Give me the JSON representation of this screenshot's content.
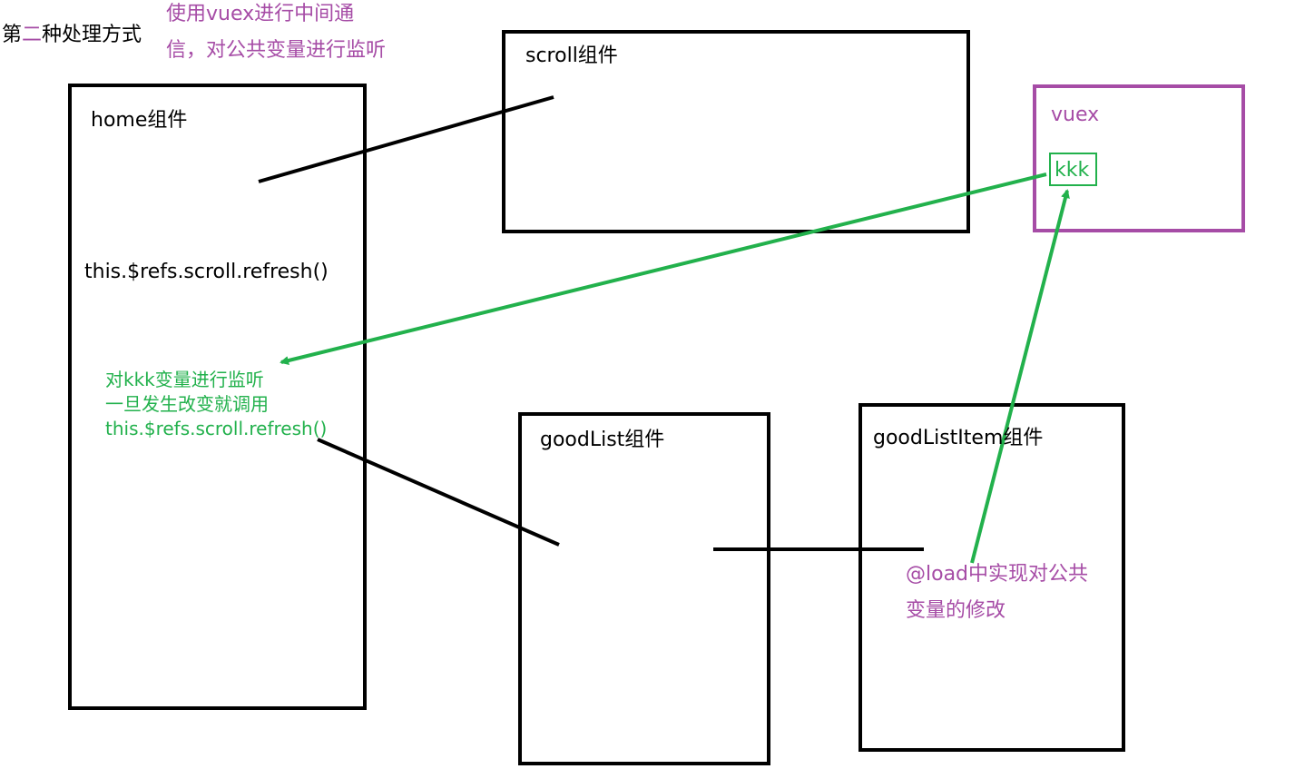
{
  "title": {
    "part1": "第",
    "highlight": "二",
    "part2": "种处理方式"
  },
  "note": {
    "line1": "使用vuex进行中间通",
    "line2": "信，对公共变量进行监听"
  },
  "home": {
    "label": "home组件",
    "code": "this.$refs.scroll.refresh()"
  },
  "scroll": {
    "label": "scroll组件"
  },
  "vuex": {
    "label": "vuex",
    "var": "kkk"
  },
  "watch_note": {
    "line1": "对kkk变量进行监听",
    "line2": "一旦发生改变就调用",
    "line3": "this.$refs.scroll.refresh()"
  },
  "goodlist": {
    "label": "goodList组件"
  },
  "goodlistitem": {
    "label": "goodListItem组件",
    "note_line1": "@load中实现对公共",
    "note_line2": "变量的修改"
  },
  "colors": {
    "black": "#000000",
    "purple": "#a64ca6",
    "green": "#22b14c"
  }
}
